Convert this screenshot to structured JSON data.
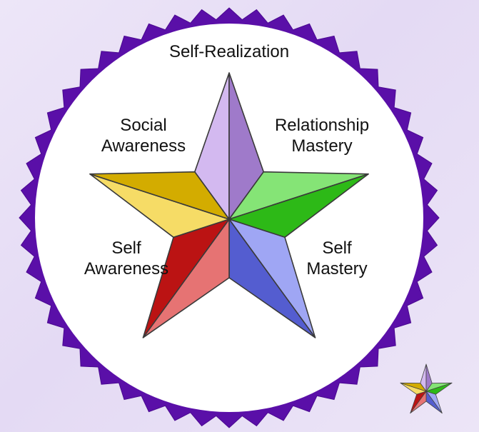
{
  "diagram": {
    "points": [
      {
        "id": "top",
        "lines": [
          "Self-Realization"
        ],
        "color": "#b58be6"
      },
      {
        "id": "upper-right",
        "lines": [
          "Relationship",
          "Mastery"
        ],
        "color": "#33d21a"
      },
      {
        "id": "lower-right",
        "lines": [
          "Self",
          "Mastery"
        ],
        "color": "#5f6aec"
      },
      {
        "id": "lower-left",
        "lines": [
          "Self",
          "Awareness"
        ],
        "color": "#d51616"
      },
      {
        "id": "upper-left",
        "lines": [
          "Social",
          "Awareness"
        ],
        "color": "#f0c400"
      }
    ],
    "colors": {
      "badge_border": "#5a0fa8",
      "badge_fill": "#ffffff",
      "background": "#e8e0f6"
    }
  },
  "logo": {
    "name": "star-logo-icon"
  }
}
